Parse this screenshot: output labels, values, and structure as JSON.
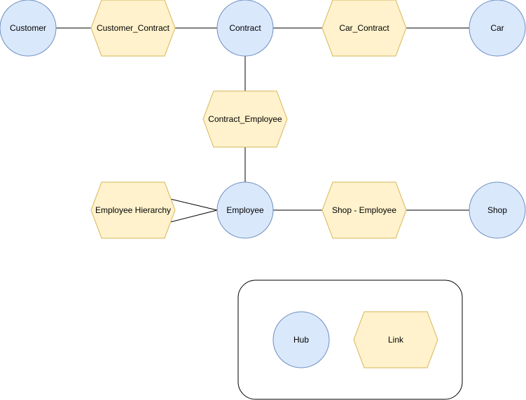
{
  "colors": {
    "hub_fill": "#dae8fc",
    "hub_stroke": "#6c8ebf",
    "link_fill": "#fff2cc",
    "link_stroke": "#d6b656"
  },
  "hubs": {
    "customer": "Customer",
    "contract": "Contract",
    "car": "Car",
    "employee": "Employee",
    "shop": "Shop"
  },
  "links": {
    "customer_contract": "Customer_Contract",
    "car_contract": "Car_Contract",
    "contract_employee": "Contract_Employee",
    "employee_hierarchy": "Employee Hierarchy",
    "shop_employee": "Shop - Employee"
  },
  "legend": {
    "hub": "Hub",
    "link": "Link"
  }
}
